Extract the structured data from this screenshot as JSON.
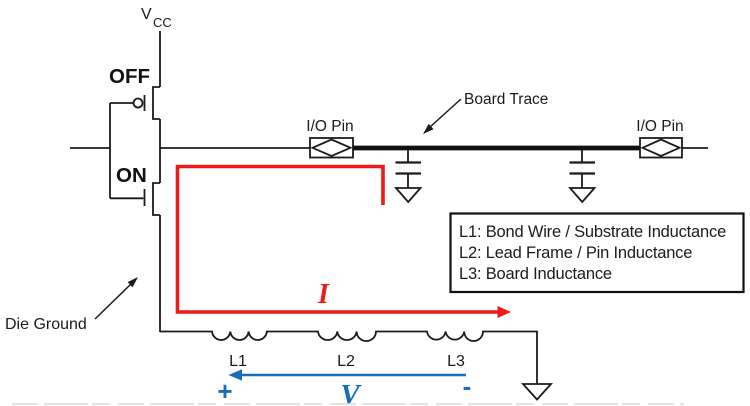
{
  "colors": {
    "wire_black": "#1b1b1b",
    "current_red": "#ee1a1a",
    "voltage_blue": "#1a6db8"
  },
  "supply": {
    "label_v": "V",
    "label_sub": "CC"
  },
  "driver": {
    "pmos_state": "OFF",
    "nmos_state": "ON",
    "die_ground_label": "Die Ground"
  },
  "board": {
    "io_pin_left_label": "I/O Pin",
    "io_pin_right_label": "I/O Pin",
    "trace_label": "Board Trace"
  },
  "current_loop": {
    "label": "I"
  },
  "inductors": {
    "l1_label": "L1",
    "l2_label": "L2",
    "l3_label": "L3"
  },
  "voltage_drop": {
    "label": "V",
    "plus": "+",
    "minus": "-"
  },
  "legend": {
    "items": [
      "L1: Bond Wire / Substrate Inductance",
      "L2: Lead Frame / Pin Inductance",
      "L3: Board Inductance"
    ]
  }
}
